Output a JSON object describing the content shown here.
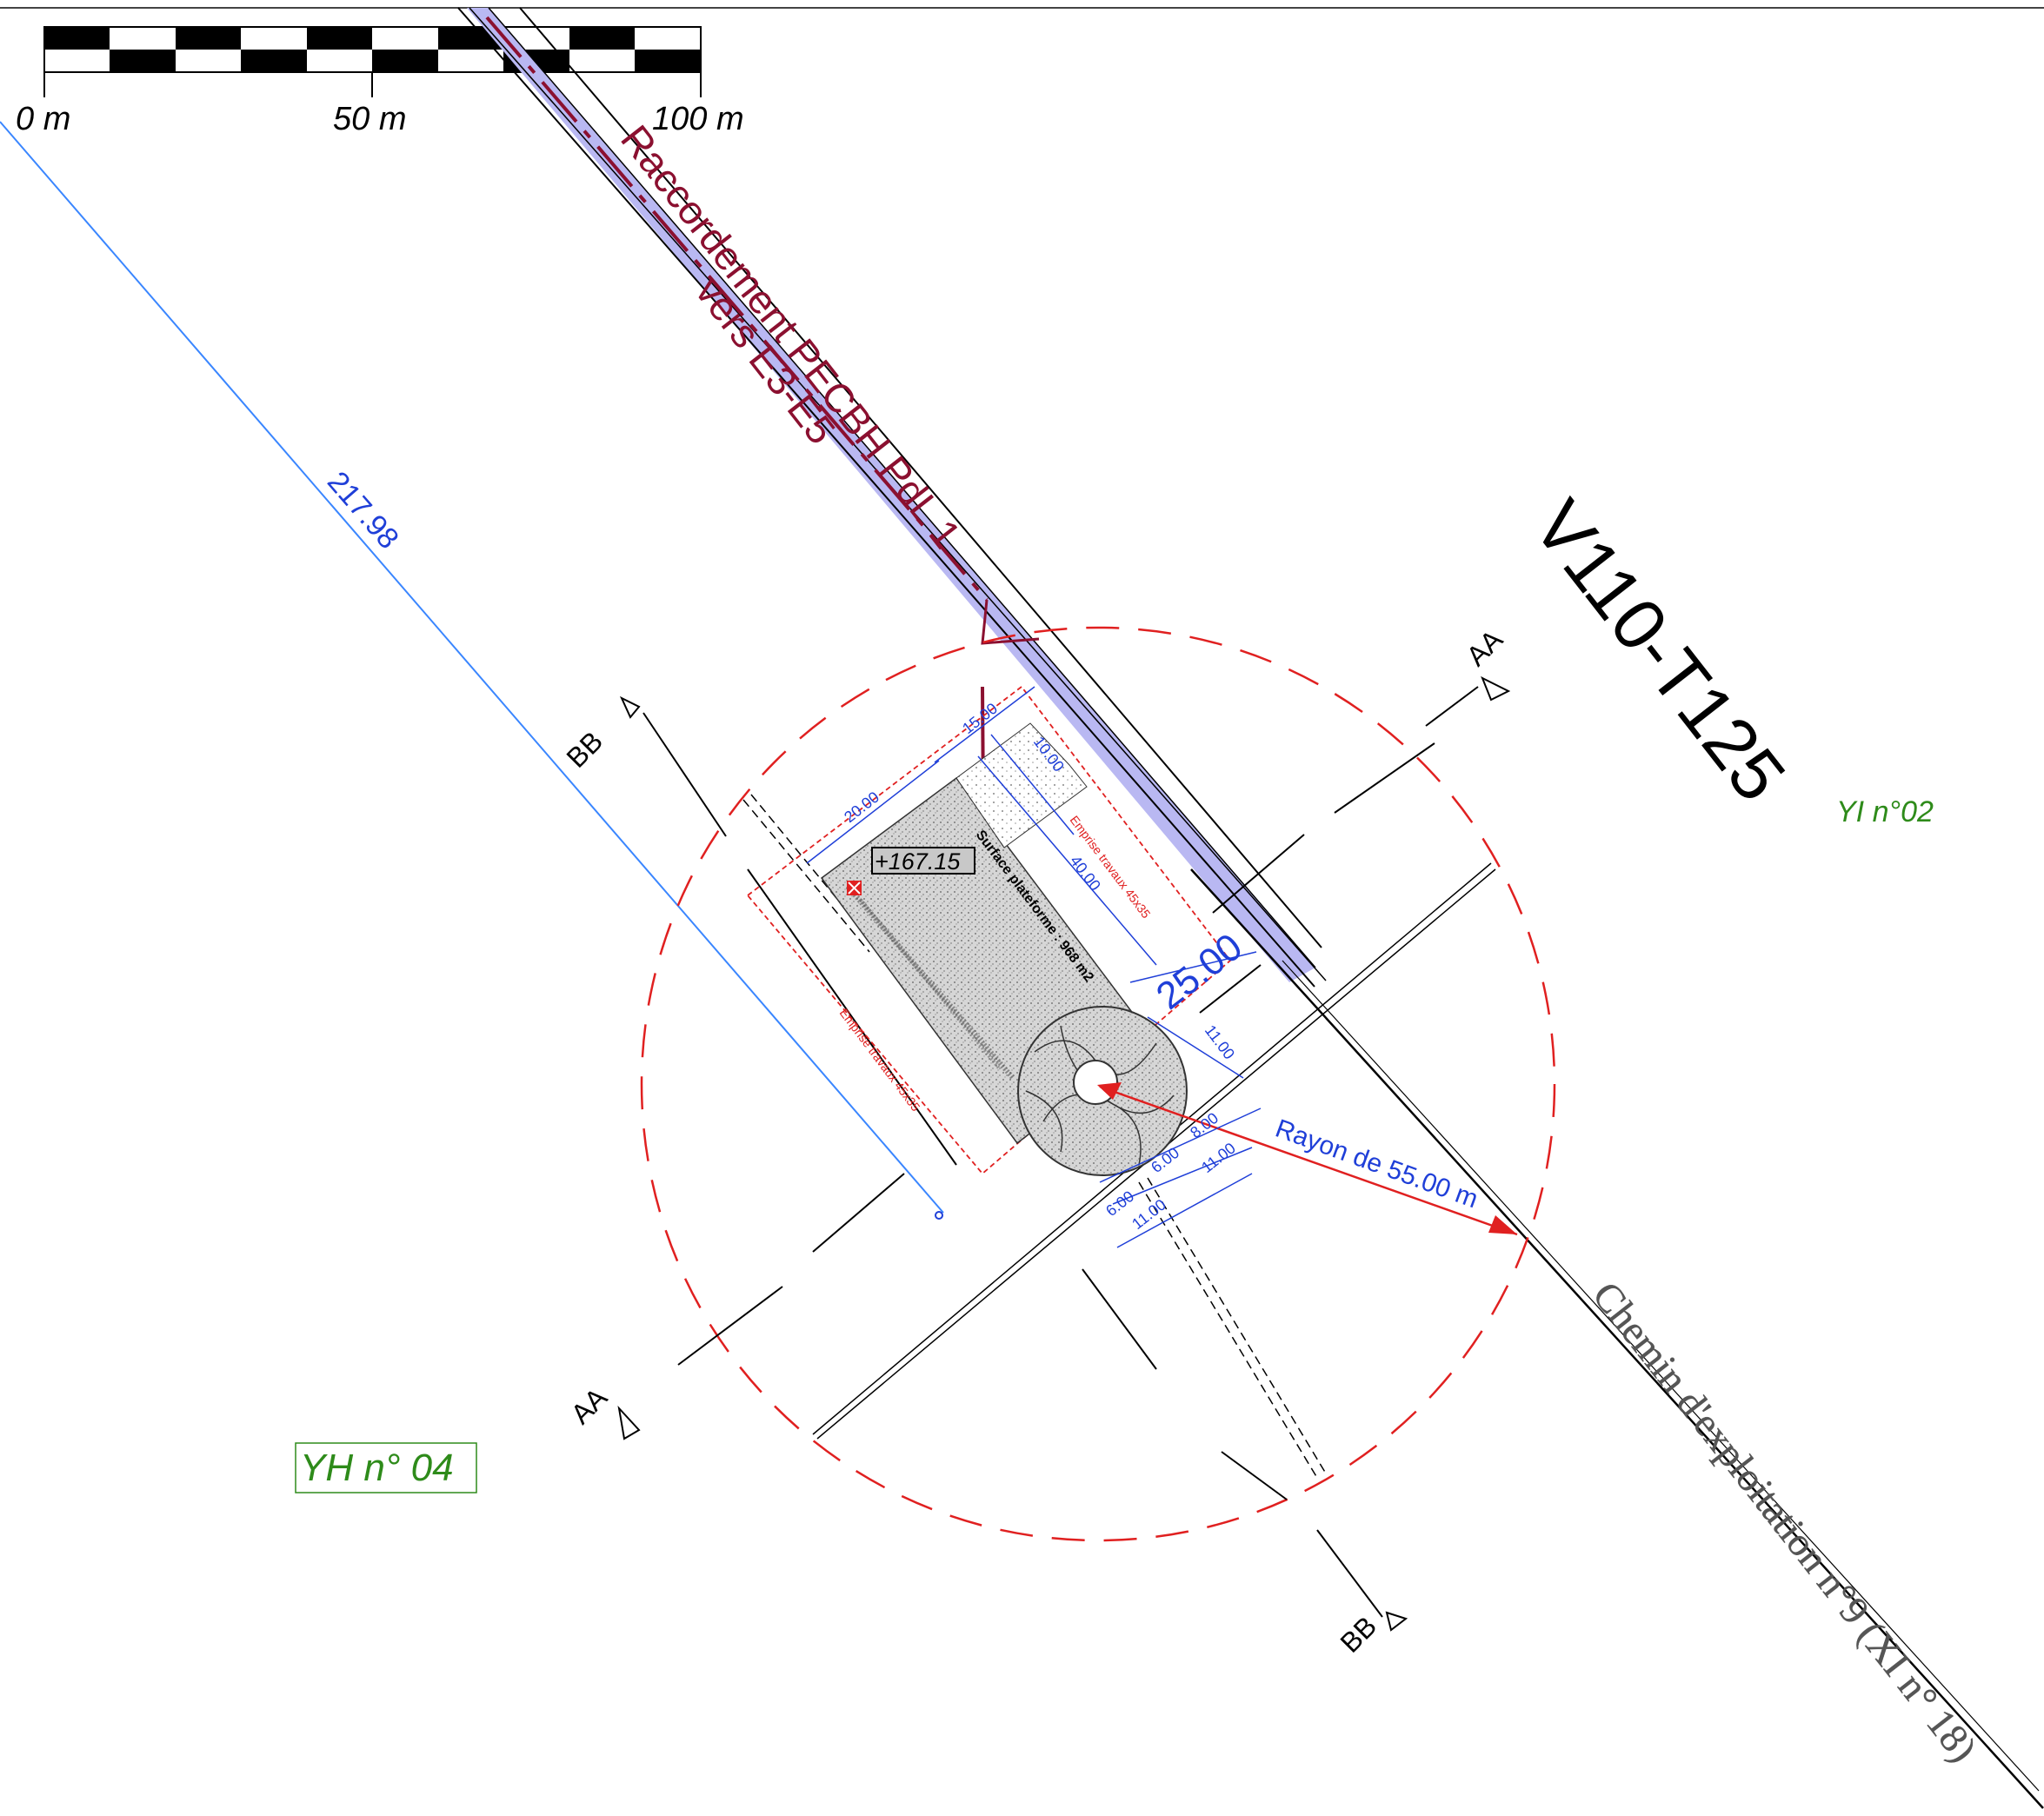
{
  "scale_bar": {
    "label_0": "0 m",
    "label_50": "50 m",
    "label_100": "100 m"
  },
  "pipeline": {
    "line1": "Raccordement PECBH PdL 1",
    "line2": "vers E3-E5"
  },
  "turbine": {
    "id": "V110-T125",
    "altitude": "+167.15",
    "platform_surface": "Surface plateforme : 968 m2"
  },
  "parcels": {
    "yi": "YI n°02",
    "yh": "YH n° 04"
  },
  "road": {
    "name": "Chemin d'exploitation n°9 (XI n° 18)"
  },
  "sections": {
    "aa": "AA",
    "bb": "BB"
  },
  "radius": {
    "label": "Rayon de 55.00 m"
  },
  "dimensions": {
    "distance_main": "217.98",
    "d_25": "25.00",
    "d_20": "20.00",
    "d_15": "15.00",
    "d_10": "10.00",
    "d_40": "40.00",
    "d_11a": "11.00",
    "d_8": "8.00",
    "d_6": "6.00",
    "d_6b": "6.00",
    "d_11b": "11.00",
    "d_11c": "11.00"
  },
  "emprise": {
    "label_a": "Emprise travaux 45x35",
    "label_b": "Emprise travaux 45x35"
  },
  "colors": {
    "blue_dim": "#1f3fd8",
    "red": "#e02020",
    "dark_red": "#8b1030",
    "green": "#2e8b1a",
    "lavender": "#b9b8f2"
  }
}
